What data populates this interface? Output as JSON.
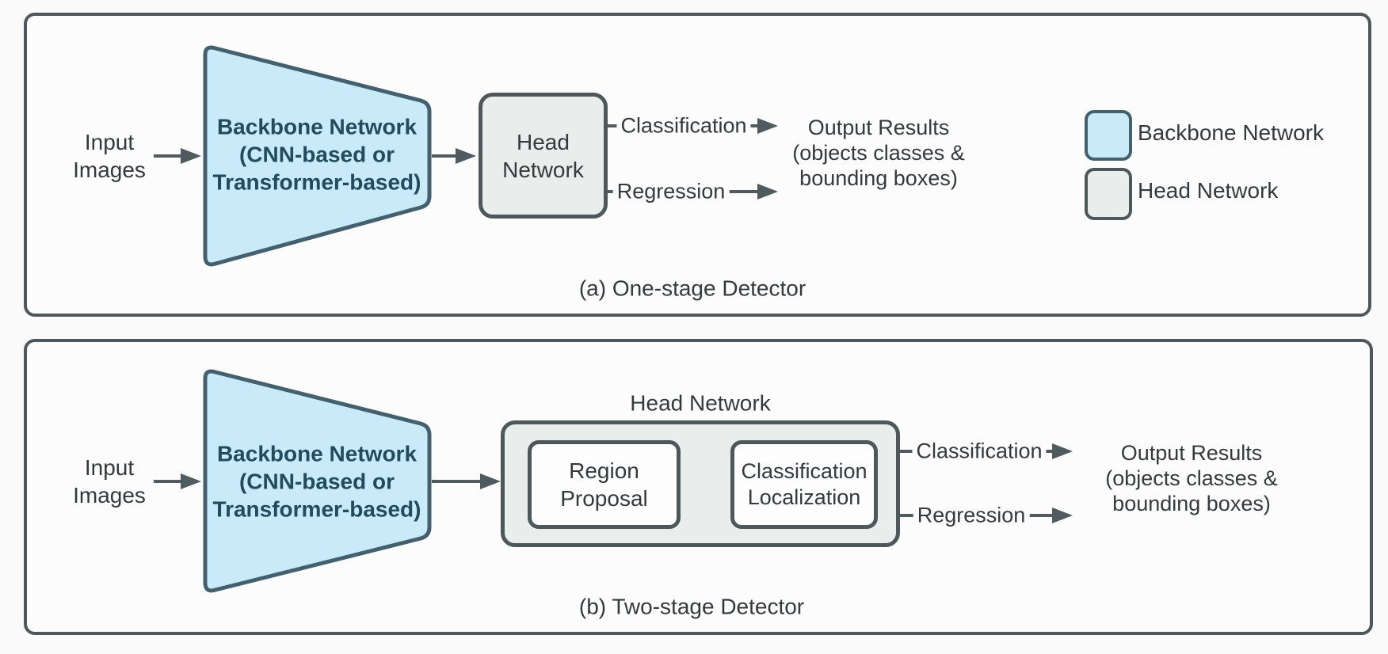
{
  "colors": {
    "panel_border": "#4e585a",
    "backbone_fill": "#c8eaf9",
    "backbone_stroke": "#44606e",
    "backbone_text": "#234b5e",
    "head_fill": "#e9edec",
    "node_border": "#4d585b",
    "arrow": "#4f5b5e",
    "text": "#34393c",
    "background": "#fcfcfc"
  },
  "panel_a": {
    "caption": "(a) One-stage Detector",
    "input": "Input\nImages",
    "backbone": "Backbone Network\n(CNN-based or\nTransformer-based)",
    "head": "Head\nNetwork",
    "classification": "Classification",
    "regression": "Regression",
    "output": "Output Results\n(objects classes &\nbounding boxes)",
    "legend": {
      "backbone_label": "Backbone Network",
      "head_label": "Head Network"
    }
  },
  "panel_b": {
    "caption": "(b) Two-stage Detector",
    "input": "Input\nImages",
    "backbone": "Backbone Network\n(CNN-based or\nTransformer-based)",
    "head_title": "Head Network",
    "region_proposal": "Region\nProposal",
    "classification_localization": "Classification\nLocalization",
    "classification": "Classification",
    "regression": "Regression",
    "output": "Output Results\n(objects classes &\nbounding boxes)"
  }
}
